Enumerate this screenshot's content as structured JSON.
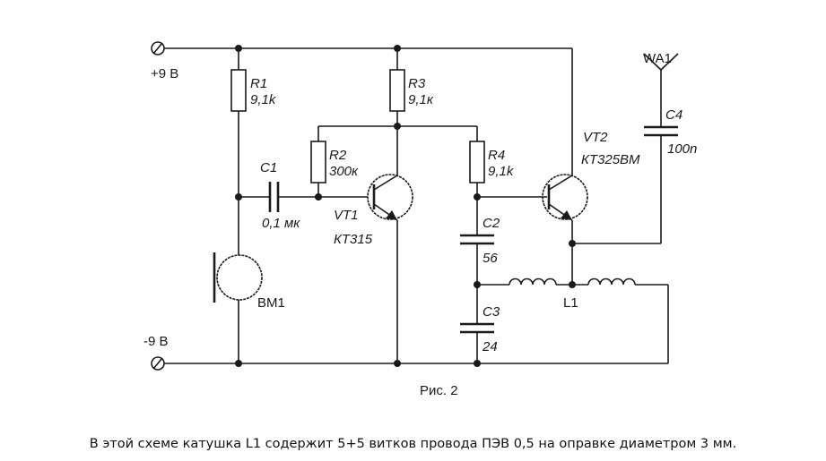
{
  "figure": {
    "title": "Рис. 2",
    "supply_pos_label": "+9 В",
    "supply_neg_label": "-9 В",
    "components": {
      "R1": {
        "ref": "R1",
        "value": "9,1k"
      },
      "R2": {
        "ref": "R2",
        "value": "300к"
      },
      "R3": {
        "ref": "R3",
        "value": "9,1к"
      },
      "R4": {
        "ref": "R4",
        "value": "9,1k"
      },
      "C1": {
        "ref": "C1",
        "value": "0,1 мк"
      },
      "C2": {
        "ref": "C2",
        "value": "56"
      },
      "C3": {
        "ref": "C3",
        "value": "24"
      },
      "C4": {
        "ref": "C4",
        "value": "100n"
      },
      "VT1": {
        "ref": "VT1",
        "value": "КТ315"
      },
      "VT2": {
        "ref": "VT2",
        "value": "КТ325ВМ"
      },
      "BM1": {
        "ref": "BM1"
      },
      "L1": {
        "ref": "L1"
      },
      "WA1": {
        "ref": "WA1"
      }
    }
  },
  "caption": "В этой схеме катушка L1 содержит 5+5 витков провода ПЭВ 0,5 на оправке диаметром 3 мм."
}
